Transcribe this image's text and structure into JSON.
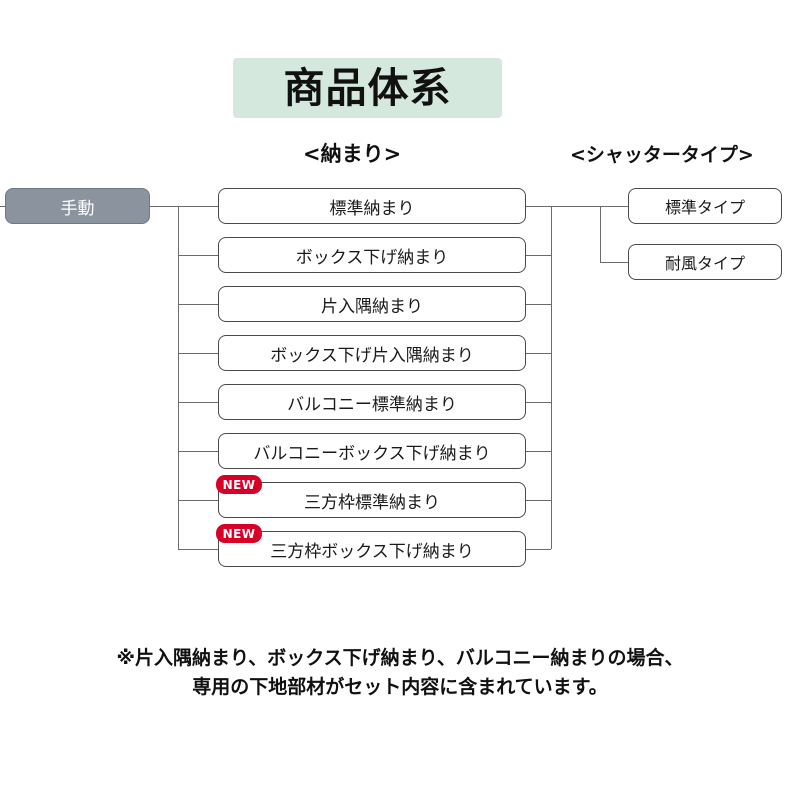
{
  "title": {
    "text": "商品体系",
    "background_color": "#d4e8dd"
  },
  "headings": {
    "osamari": "<納まり>",
    "shutter": "<シャッタータイプ>"
  },
  "root": {
    "label": "手動",
    "background_color": "#8b939f",
    "text_color": "#ffffff"
  },
  "osamari_nodes": [
    {
      "label": "標準納まり",
      "badge": null
    },
    {
      "label": "ボックス下げ納まり",
      "badge": null
    },
    {
      "label": "片入隅納まり",
      "badge": null
    },
    {
      "label": "ボックス下げ片入隅納まり",
      "badge": null
    },
    {
      "label": "バルコニー標準納まり",
      "badge": null
    },
    {
      "label": "バルコニーボックス下げ納まり",
      "badge": null
    },
    {
      "label": "三方枠標準納まり",
      "badge": "NEW"
    },
    {
      "label": "三方枠ボックス下げ納まり",
      "badge": "NEW"
    }
  ],
  "shutter_nodes": [
    {
      "label": "標準タイプ"
    },
    {
      "label": "耐風タイプ"
    }
  ],
  "badge": {
    "color": "#d80027",
    "text_color": "#ffffff"
  },
  "footnote": {
    "line1": "※片入隅納まり、ボックス下げ納まり、バルコニー納まりの場合、",
    "line2": "専用の下地部材がセット内容に含まれています。"
  }
}
